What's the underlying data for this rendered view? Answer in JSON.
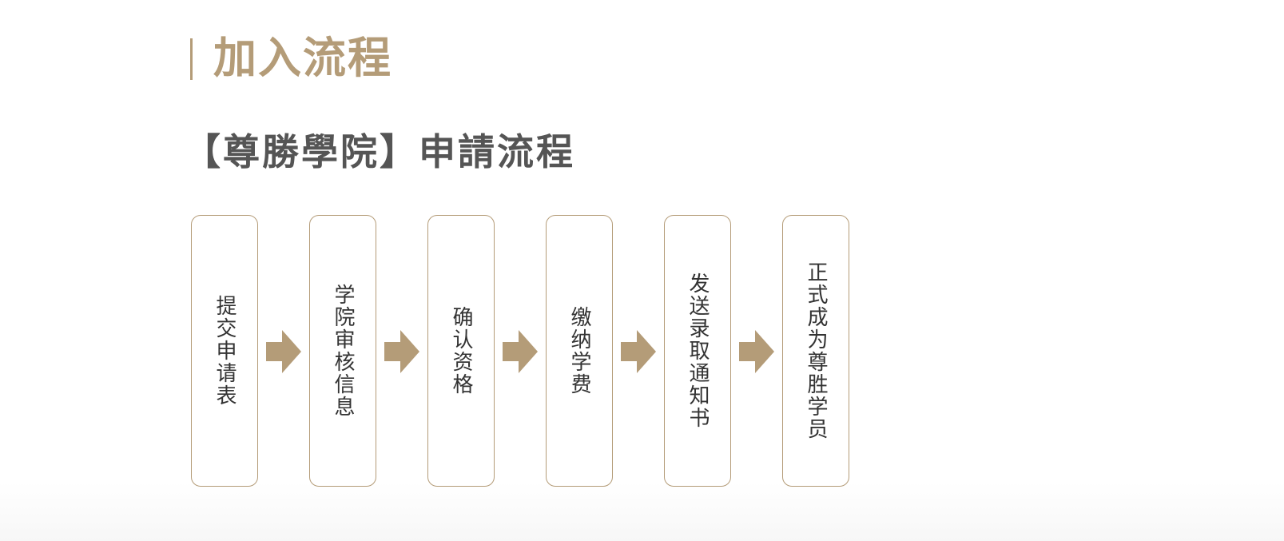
{
  "section_title": "加入流程",
  "subtitle": "【尊勝學院】申請流程",
  "colors": {
    "accent": "#b49c78",
    "text_dark": "#333333",
    "subtitle": "#555555"
  },
  "steps": [
    {
      "label": "提交申请表"
    },
    {
      "label": "学院审核信息"
    },
    {
      "label": "确认资格"
    },
    {
      "label": "缴纳学费"
    },
    {
      "label": "发送录取通知书"
    },
    {
      "label": "正式成为尊胜学员"
    }
  ]
}
